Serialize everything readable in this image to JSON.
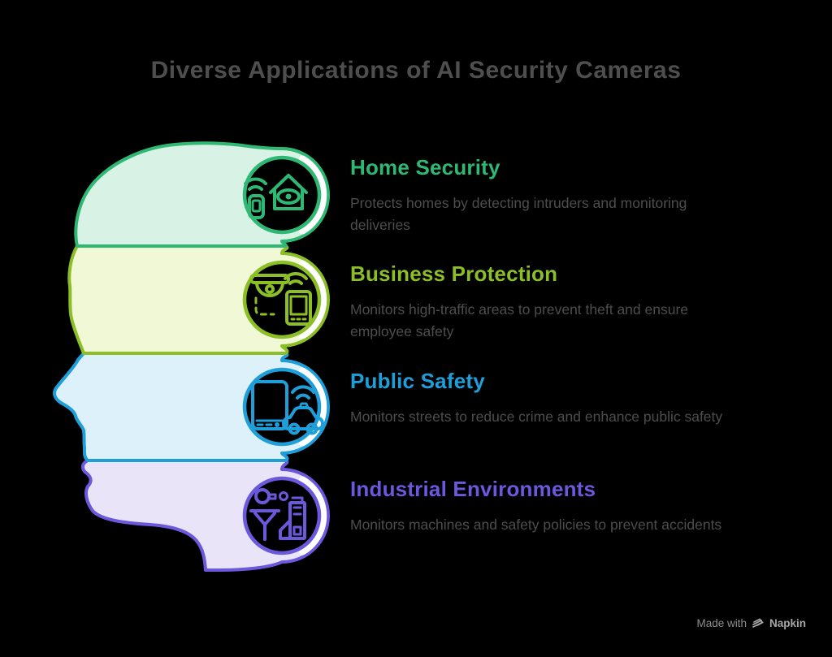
{
  "page": {
    "background": "#000000",
    "body_text_color": "#4d4d4d",
    "circle_fill": "#000000",
    "crescent_color": "#ffffff"
  },
  "title": {
    "text": "Diverse Applications of AI Security Cameras",
    "color": "#4e4e4e"
  },
  "sections": [
    {
      "id": "home-security",
      "label": "Home Security",
      "description": "Protects homes by detecting intruders and monitoring deliveries",
      "accent": "#2fb873",
      "band_fill": "#d8f3e6",
      "icon": "smart-home-security-icon"
    },
    {
      "id": "business-protection",
      "label": "Business Protection",
      "description": "Monitors high-traffic areas to prevent theft and ensure employee safety",
      "accent": "#8cbe25",
      "band_fill": "#f1f8d6",
      "icon": "cctv-camera-phone-icon"
    },
    {
      "id": "public-safety",
      "label": "Public Safety",
      "description": "Monitors streets to reduce crime and enhance public safety",
      "accent": "#1f9fda",
      "band_fill": "#dcf1fa",
      "icon": "smartphone-smart-car-icon"
    },
    {
      "id": "industrial-environments",
      "label": "Industrial Environments",
      "description": "Monitors machines and safety policies to prevent accidents",
      "accent": "#6c58dd",
      "band_fill": "#e9e4f8",
      "icon": "industrial-machine-factory-icon"
    }
  ],
  "watermark": {
    "prefix": "Made with",
    "brand": "Napkin",
    "prefix_color": "#8f8f8f",
    "brand_color": "#a8a8a8"
  }
}
